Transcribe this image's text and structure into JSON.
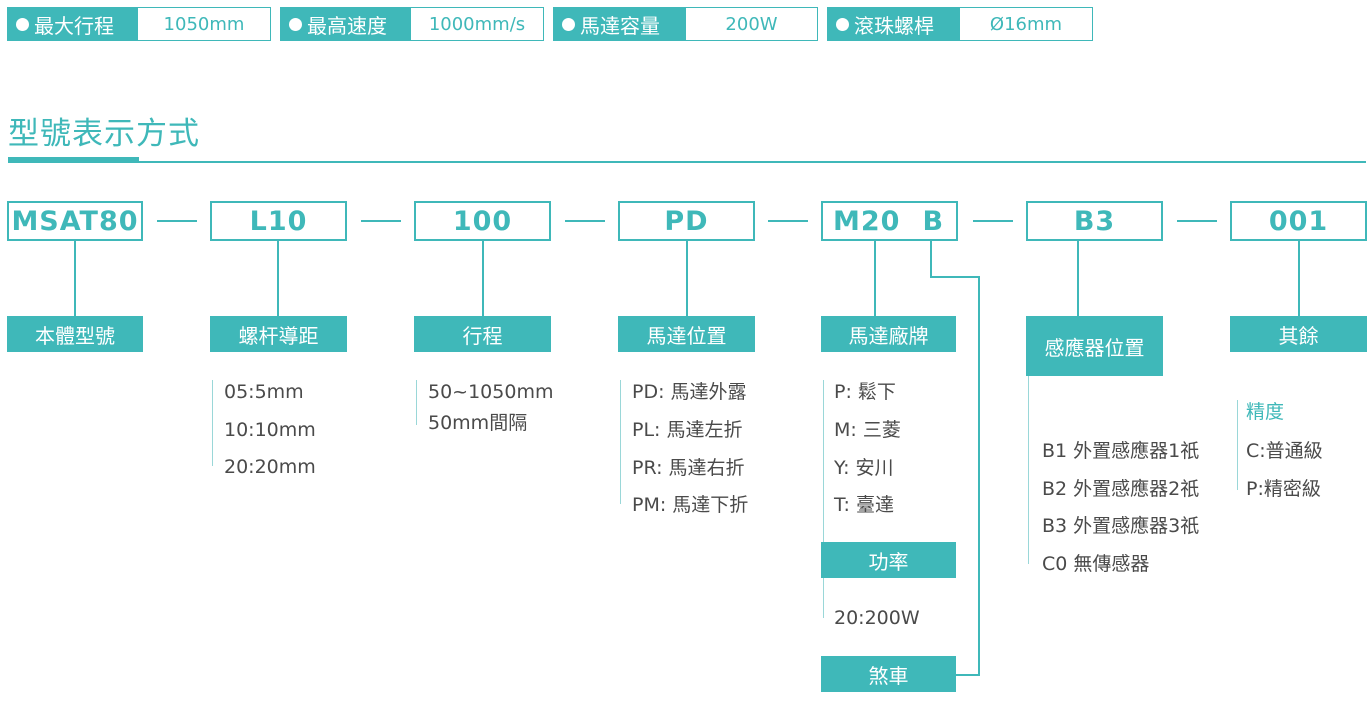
{
  "specs": [
    {
      "label": "最大行程",
      "value": "1050mm"
    },
    {
      "label": "最高速度",
      "value": "1000mm/s"
    },
    {
      "label": "馬達容量",
      "value": "200W"
    },
    {
      "label": "滾珠螺桿",
      "value": "Ø16mm"
    }
  ],
  "section_title": "型號表示方式",
  "codes": {
    "c1": "MSAT80",
    "c2": "L10",
    "c3": "100",
    "c4": "PD",
    "c5a": "M20",
    "c5b": "B",
    "c6": "B3",
    "c7": "001"
  },
  "labels": {
    "body": "本體型號",
    "lead": "螺杆導距",
    "stroke": "行程",
    "motor_pos": "馬達位置",
    "motor_brand": "馬達廠牌",
    "power": "功率",
    "brake": "煞車",
    "sensor": "感應器位置",
    "other": "其餘"
  },
  "options": {
    "lead": [
      "05:5mm",
      "10:10mm",
      "20:20mm"
    ],
    "stroke": [
      "50~1050mm",
      "50mm間隔"
    ],
    "motor_pos": [
      "PD: 馬達外露",
      "PL: 馬達左折",
      "PR: 馬達右折",
      "PM: 馬達下折"
    ],
    "motor_brand": [
      "P: 鬆下",
      "M: 三菱",
      "Y: 安川",
      "T: 臺達"
    ],
    "power": [
      "20:200W"
    ],
    "sensor": [
      "B1 外置感應器1祇",
      "B2 外置感應器2祇",
      "B3 外置感應器3祇",
      "C0 無傳感器"
    ],
    "other_title": "精度",
    "other": [
      "C:普通級",
      "P:精密級"
    ]
  },
  "colors": {
    "accent": "#3fb8b9"
  }
}
